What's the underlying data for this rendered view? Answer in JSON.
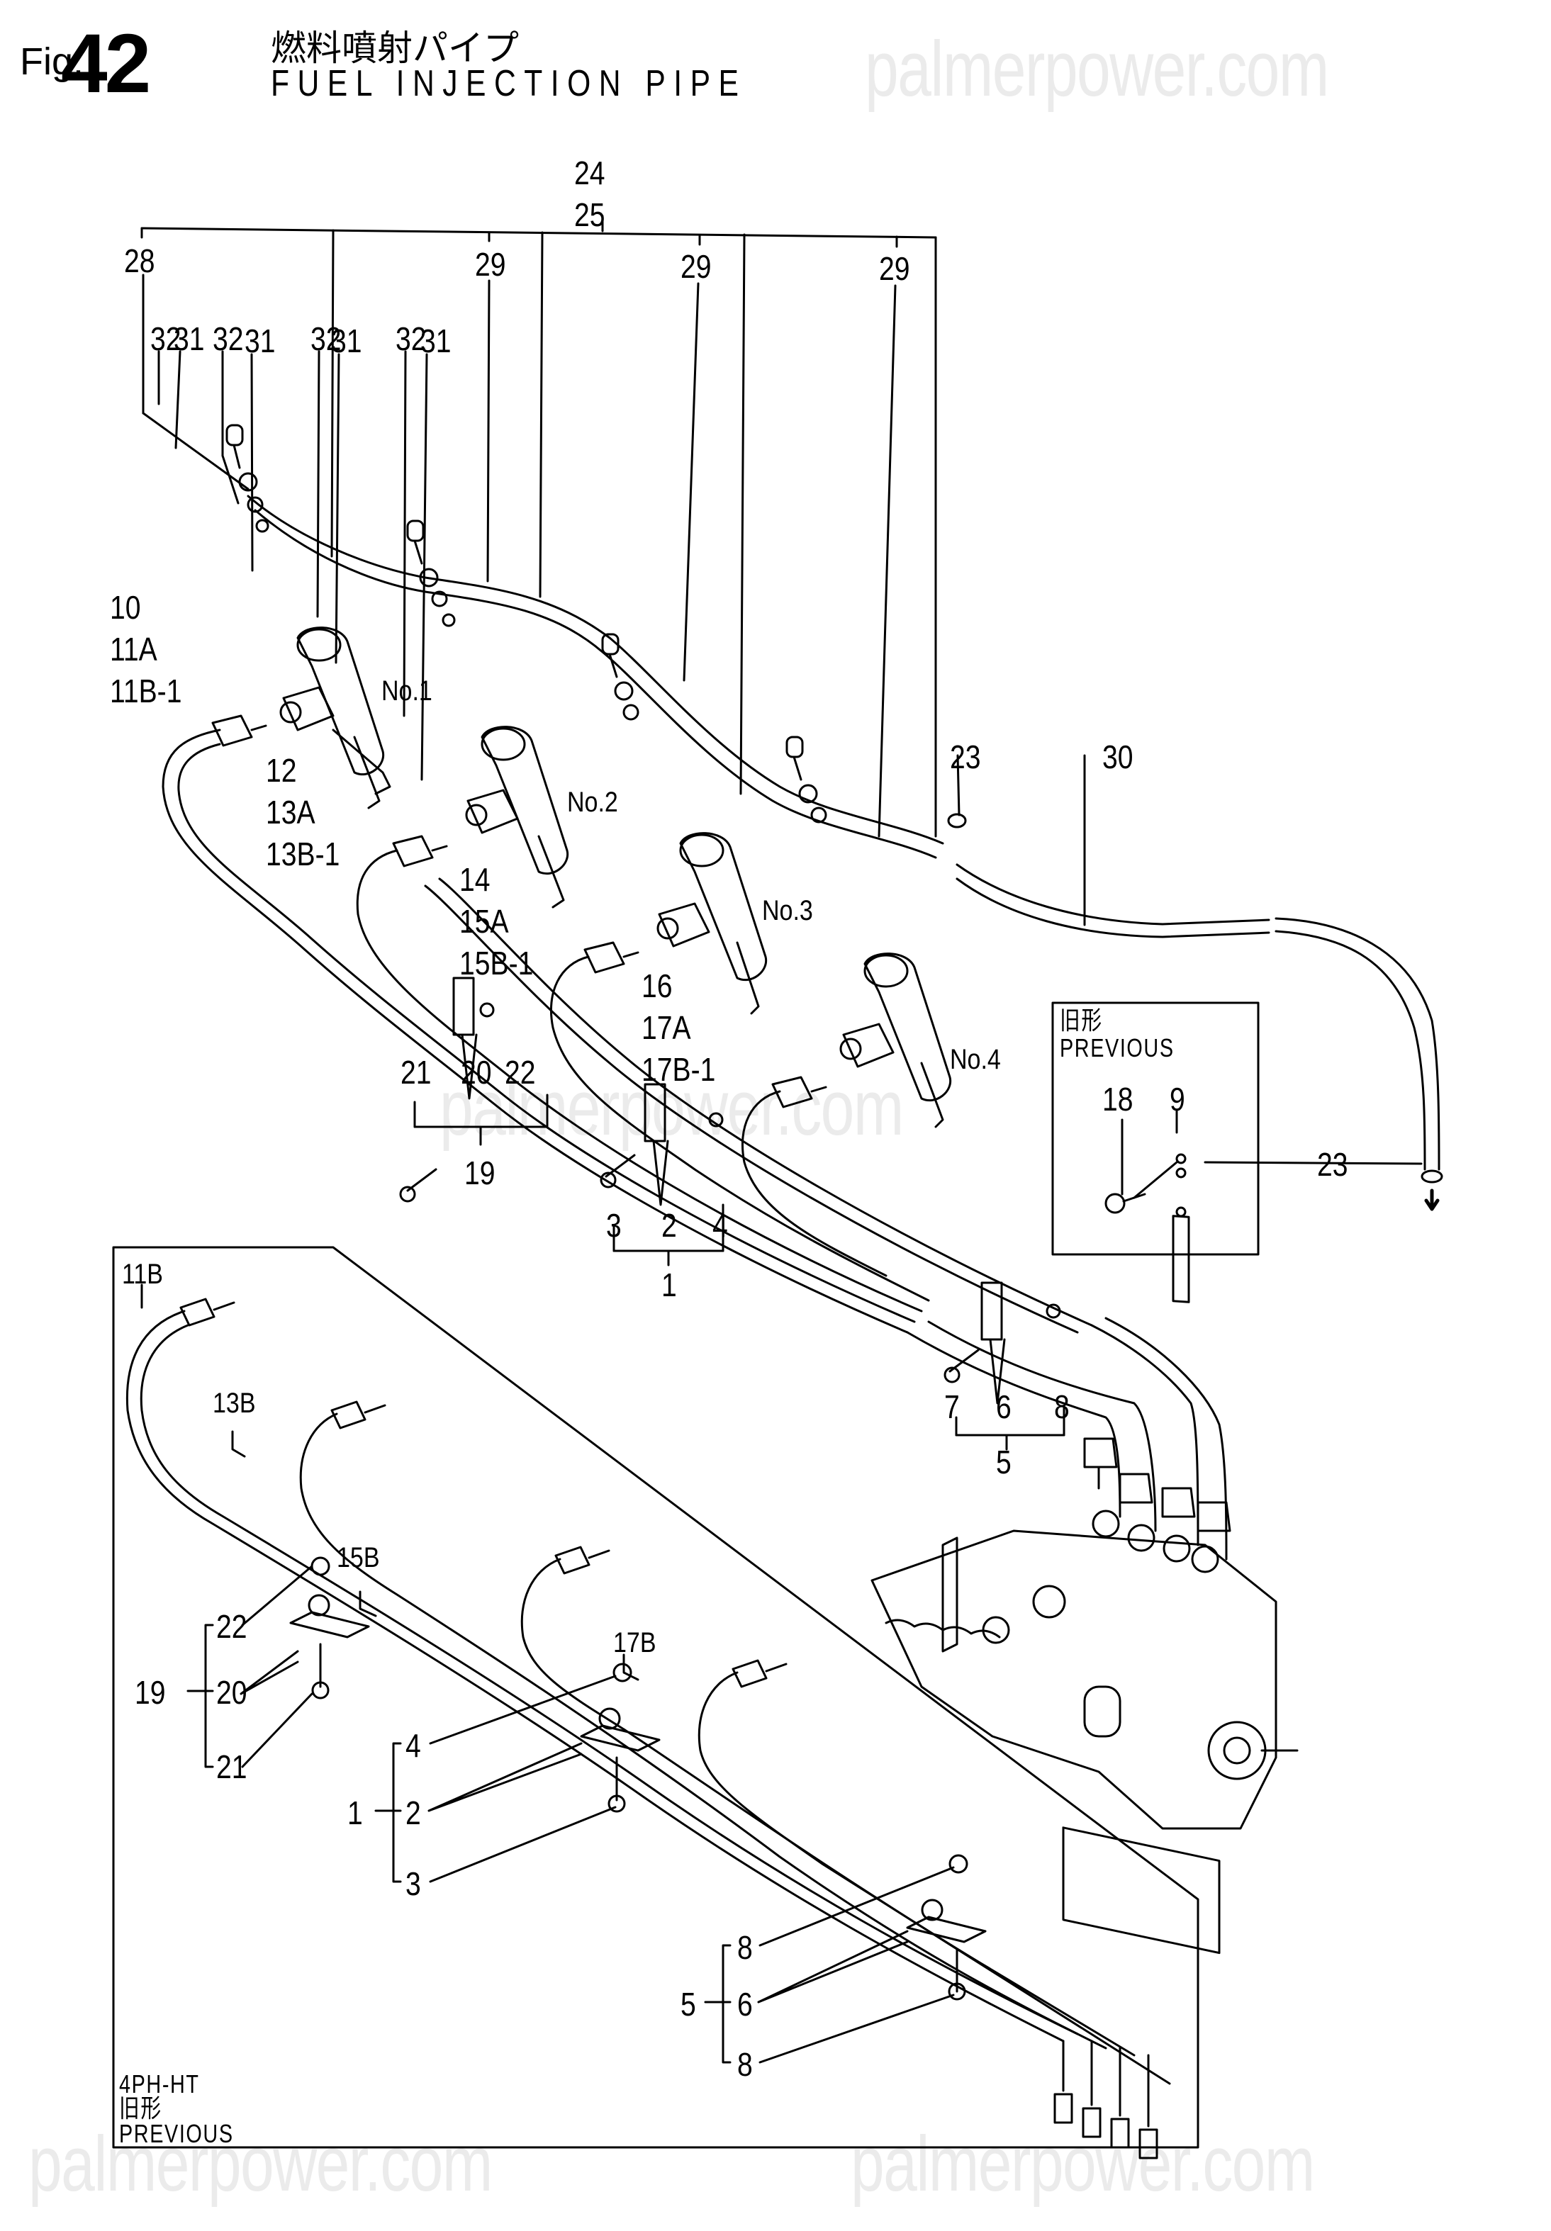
{
  "watermark": "palmerpower.com",
  "header": {
    "fig_prefix": "Fig.",
    "fig_number": "42",
    "title_jp": "燃料噴射パイプ",
    "title_en": "FUEL INJECTION PIPE"
  },
  "callouts": {
    "top_group": "24\n25",
    "c28": "28",
    "c29a": "29",
    "c29b": "29",
    "c29c": "29",
    "c32a": "32",
    "c31a": "31",
    "c32b": "32",
    "c31b": "31",
    "c32c": "32",
    "c31c": "31",
    "c32d": "32",
    "c31d": "31",
    "inj1_group": "10\n11A\n11B-1",
    "inj2_group": "12\n13A\n13B-1",
    "inj3_group": "14\n15A\n15B-1",
    "inj4_group": "16\n17A\n17B-1",
    "no1": "No.1",
    "no2": "No.2",
    "no3": "No.3",
    "no4": "No.4",
    "c23a": "23",
    "c30": "30",
    "c23b": "23",
    "c21": "21",
    "c20": "20",
    "c22": "22",
    "c19": "19",
    "c3": "3",
    "c2": "2",
    "c4": "4",
    "c1": "1",
    "c7": "7",
    "c6": "6",
    "c8": "8",
    "c5": "5"
  },
  "previous_box_small": {
    "title_jp": "旧形",
    "title_en": "PREVIOUS",
    "c18": "18",
    "c9": "9"
  },
  "previous_box_large": {
    "model": "4PH-HT",
    "title_jp": "旧形",
    "title_en": "PREVIOUS",
    "c11B": "11B",
    "c13B": "13B",
    "c15B": "15B",
    "c17B": "17B",
    "c22": "22",
    "c20": "20",
    "c19": "19",
    "c21": "21",
    "c4": "4",
    "c2": "2",
    "c1": "1",
    "c3": "3",
    "c8a": "8",
    "c6": "6",
    "c5": "5",
    "c8b": "8"
  }
}
